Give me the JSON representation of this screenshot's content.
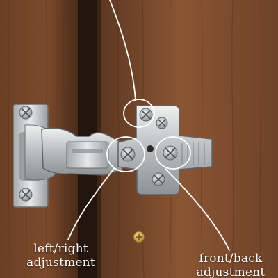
{
  "annotations": {
    "left_right": {
      "line1": "left/right",
      "line2": "adjustment"
    },
    "front_back": {
      "line1": "front/back",
      "line2": "adjustment"
    }
  },
  "colors": {
    "door_wood": "#7a4a2c",
    "frame_wood": "#6e4126",
    "gap_dark": "#1e120b",
    "steel": "#c9cbcc",
    "annotation": "#ffffff"
  }
}
